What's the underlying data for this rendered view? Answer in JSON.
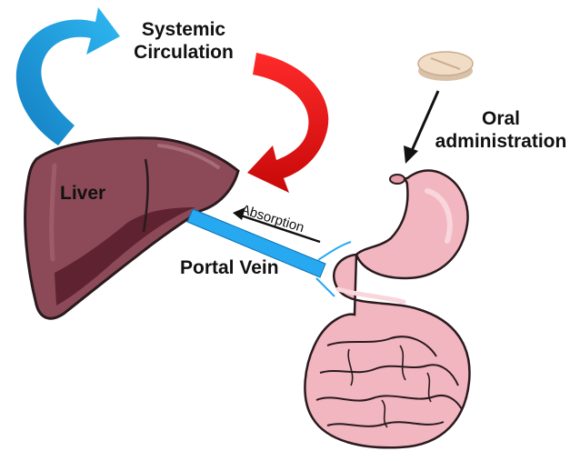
{
  "labels": {
    "systemic_line1": "Systemic",
    "systemic_line2": "Circulation",
    "oral_line1": "Oral",
    "oral_line2": "administration",
    "liver": "Liver",
    "portal_vein": "Portal Vein",
    "absorption": "Absorption"
  },
  "colors": {
    "systemic_arrow_blue": "#1e9fe0",
    "systemic_arrow_red": "#e01010",
    "portal_vein": "#27a9f2",
    "liver": "#8c4a58",
    "liver_dark": "#5e2230",
    "stomach_intestine": "#f2b6c0",
    "outline": "#2a1a1e",
    "pill": "#f1dcc6"
  },
  "icons": [
    "pill-icon",
    "liver-icon",
    "stomach-icon",
    "intestine-icon"
  ]
}
